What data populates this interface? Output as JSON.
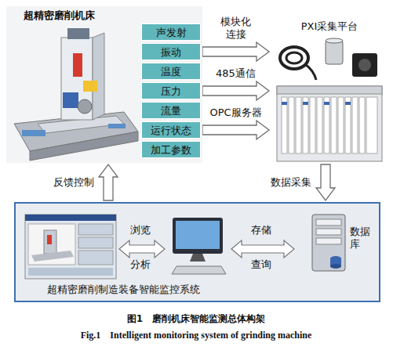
{
  "diagram": {
    "caption": "图1　磨削机床智能监测总体构架",
    "nodes": [
      {
        "text": [
          "超精密磨削机床"
        ]
      },
      {
        "text": [
          "声发射"
        ],
        "in": 0
      },
      {
        "text": [
          "振动"
        ],
        "in": 0
      },
      {
        "text": [
          "温度"
        ],
        "in": 0
      },
      {
        "text": [
          "压力"
        ],
        "in": 0
      },
      {
        "text": [
          "流量"
        ],
        "in": 0
      },
      {
        "text": [
          "运行状态"
        ],
        "in": 0
      },
      {
        "text": [
          "加工参数"
        ],
        "in": 0
      },
      {
        "text": [
          "PXI采集平台"
        ]
      },
      {
        "text": [
          "超精密磨削制造装备智能监控系统"
        ]
      },
      {
        "text": [
          "数据库"
        ],
        "in": 9
      }
    ],
    "edges": [
      {
        "from": 2,
        "to": 8,
        "arrow": "to",
        "label": "模块化连接"
      },
      {
        "from": 4,
        "to": 8,
        "arrow": "to",
        "label": "485通信"
      },
      {
        "from": 6,
        "to": 8,
        "arrow": "to",
        "label": "OPC服务器"
      },
      {
        "from": 8,
        "to": 9,
        "arrow": "to",
        "label": "数据采集"
      },
      {
        "from": 9,
        "to": 0,
        "arrow": "to",
        "label": "反馈控制"
      }
    ],
    "labels": [
      "浏览",
      "分析",
      "存储",
      "查询",
      "Fig.1　Intelligent monitoring system of grinding machine"
    ]
  }
}
